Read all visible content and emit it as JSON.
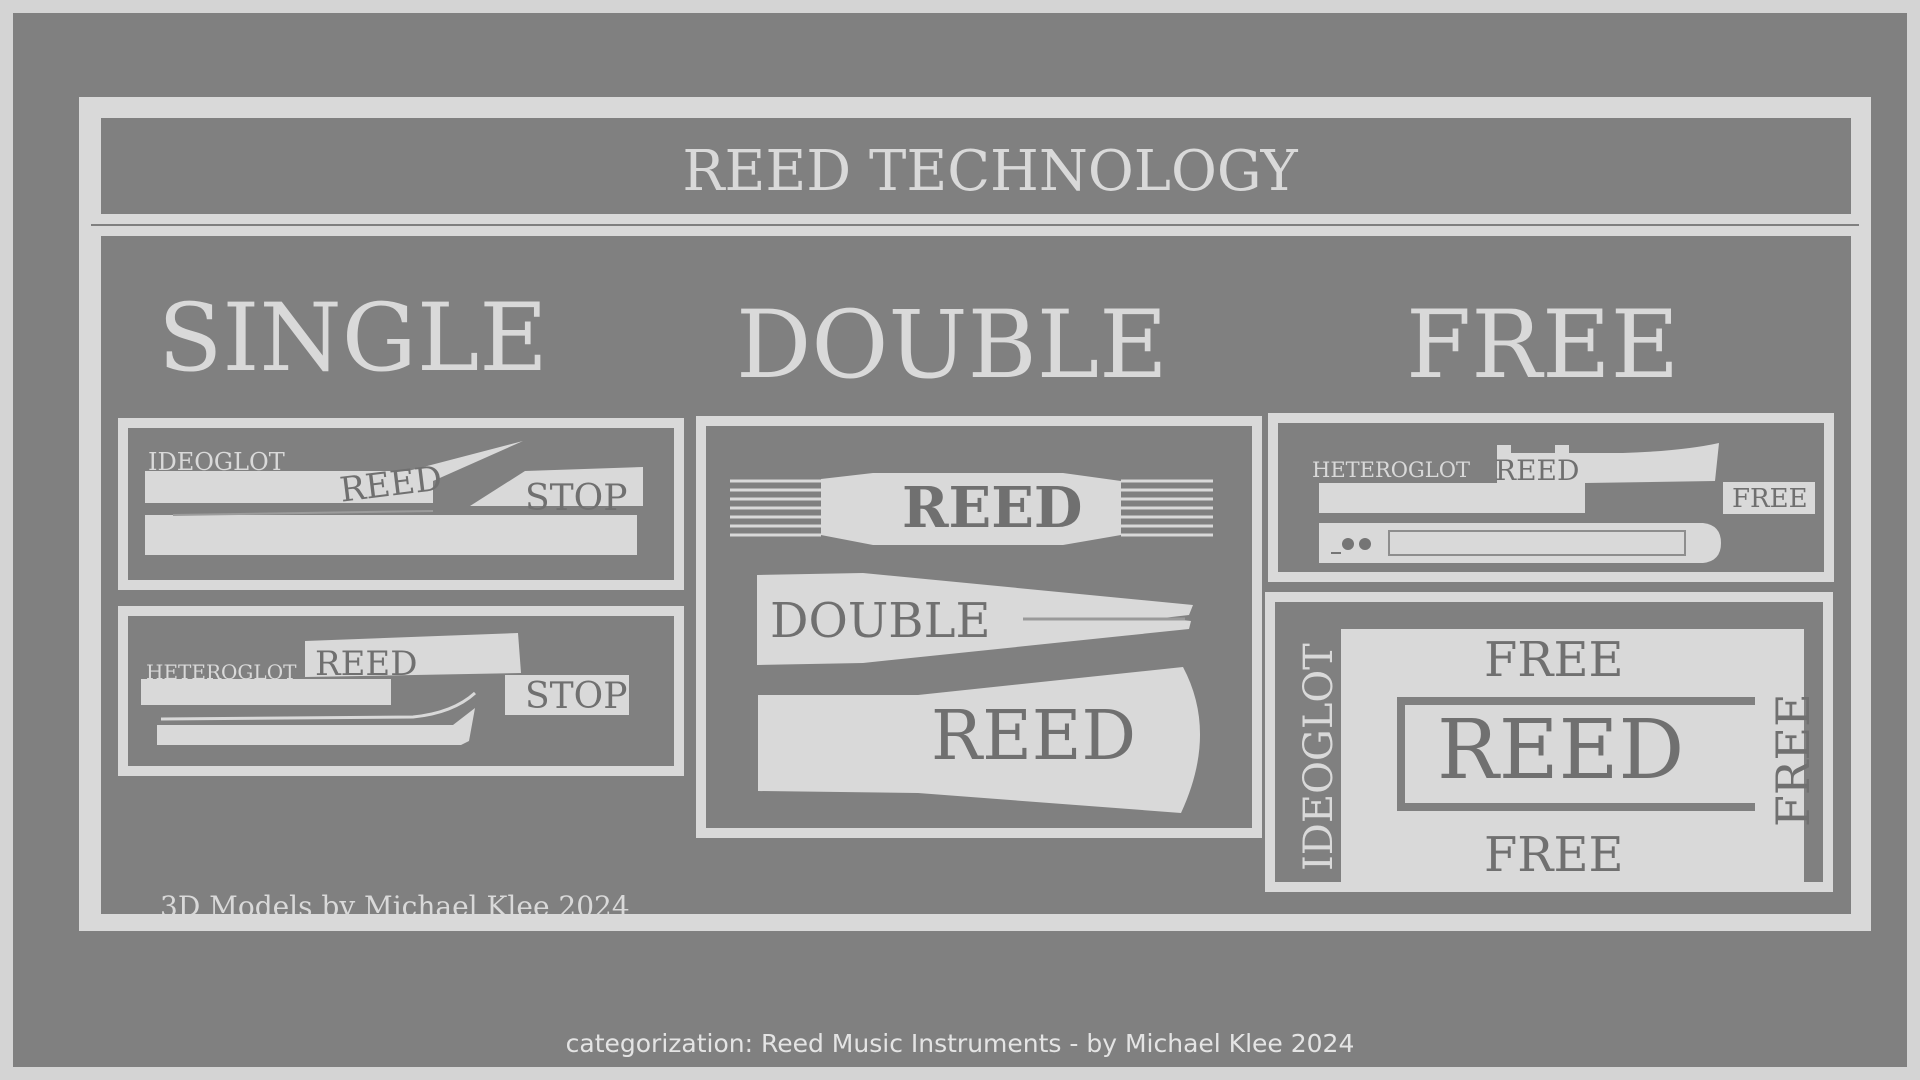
{
  "title": "REED TECHNOLOGY",
  "columns": {
    "single": "SINGLE",
    "double": "DOUBLE",
    "free": "FREE"
  },
  "single_ideoglot": {
    "type": "IDEOGLOT",
    "reed": "REED",
    "stop": "STOP"
  },
  "single_heteroglot": {
    "type": "HETEROGLOT",
    "reed": "REED",
    "stop": "STOP"
  },
  "double_panel": {
    "reed_top": "REED",
    "double": "DOUBLE",
    "reed_bottom": "REED"
  },
  "free_heteroglot": {
    "type": "HETEROGLOT",
    "reed": "REED",
    "free": "FREE"
  },
  "free_ideoglot": {
    "type": "IDEOGLOT",
    "free_top": "FREE",
    "reed": "REED",
    "free_bottom": "FREE",
    "free_side": "FREE"
  },
  "credit": "3D Models by Michael Klee 2024",
  "footer": "categorization: Reed Music Instruments - by Michael Klee 2024",
  "colors": {
    "background": "#808080",
    "foreground": "#d9d9d9",
    "page_border": "#d4d4d4"
  }
}
